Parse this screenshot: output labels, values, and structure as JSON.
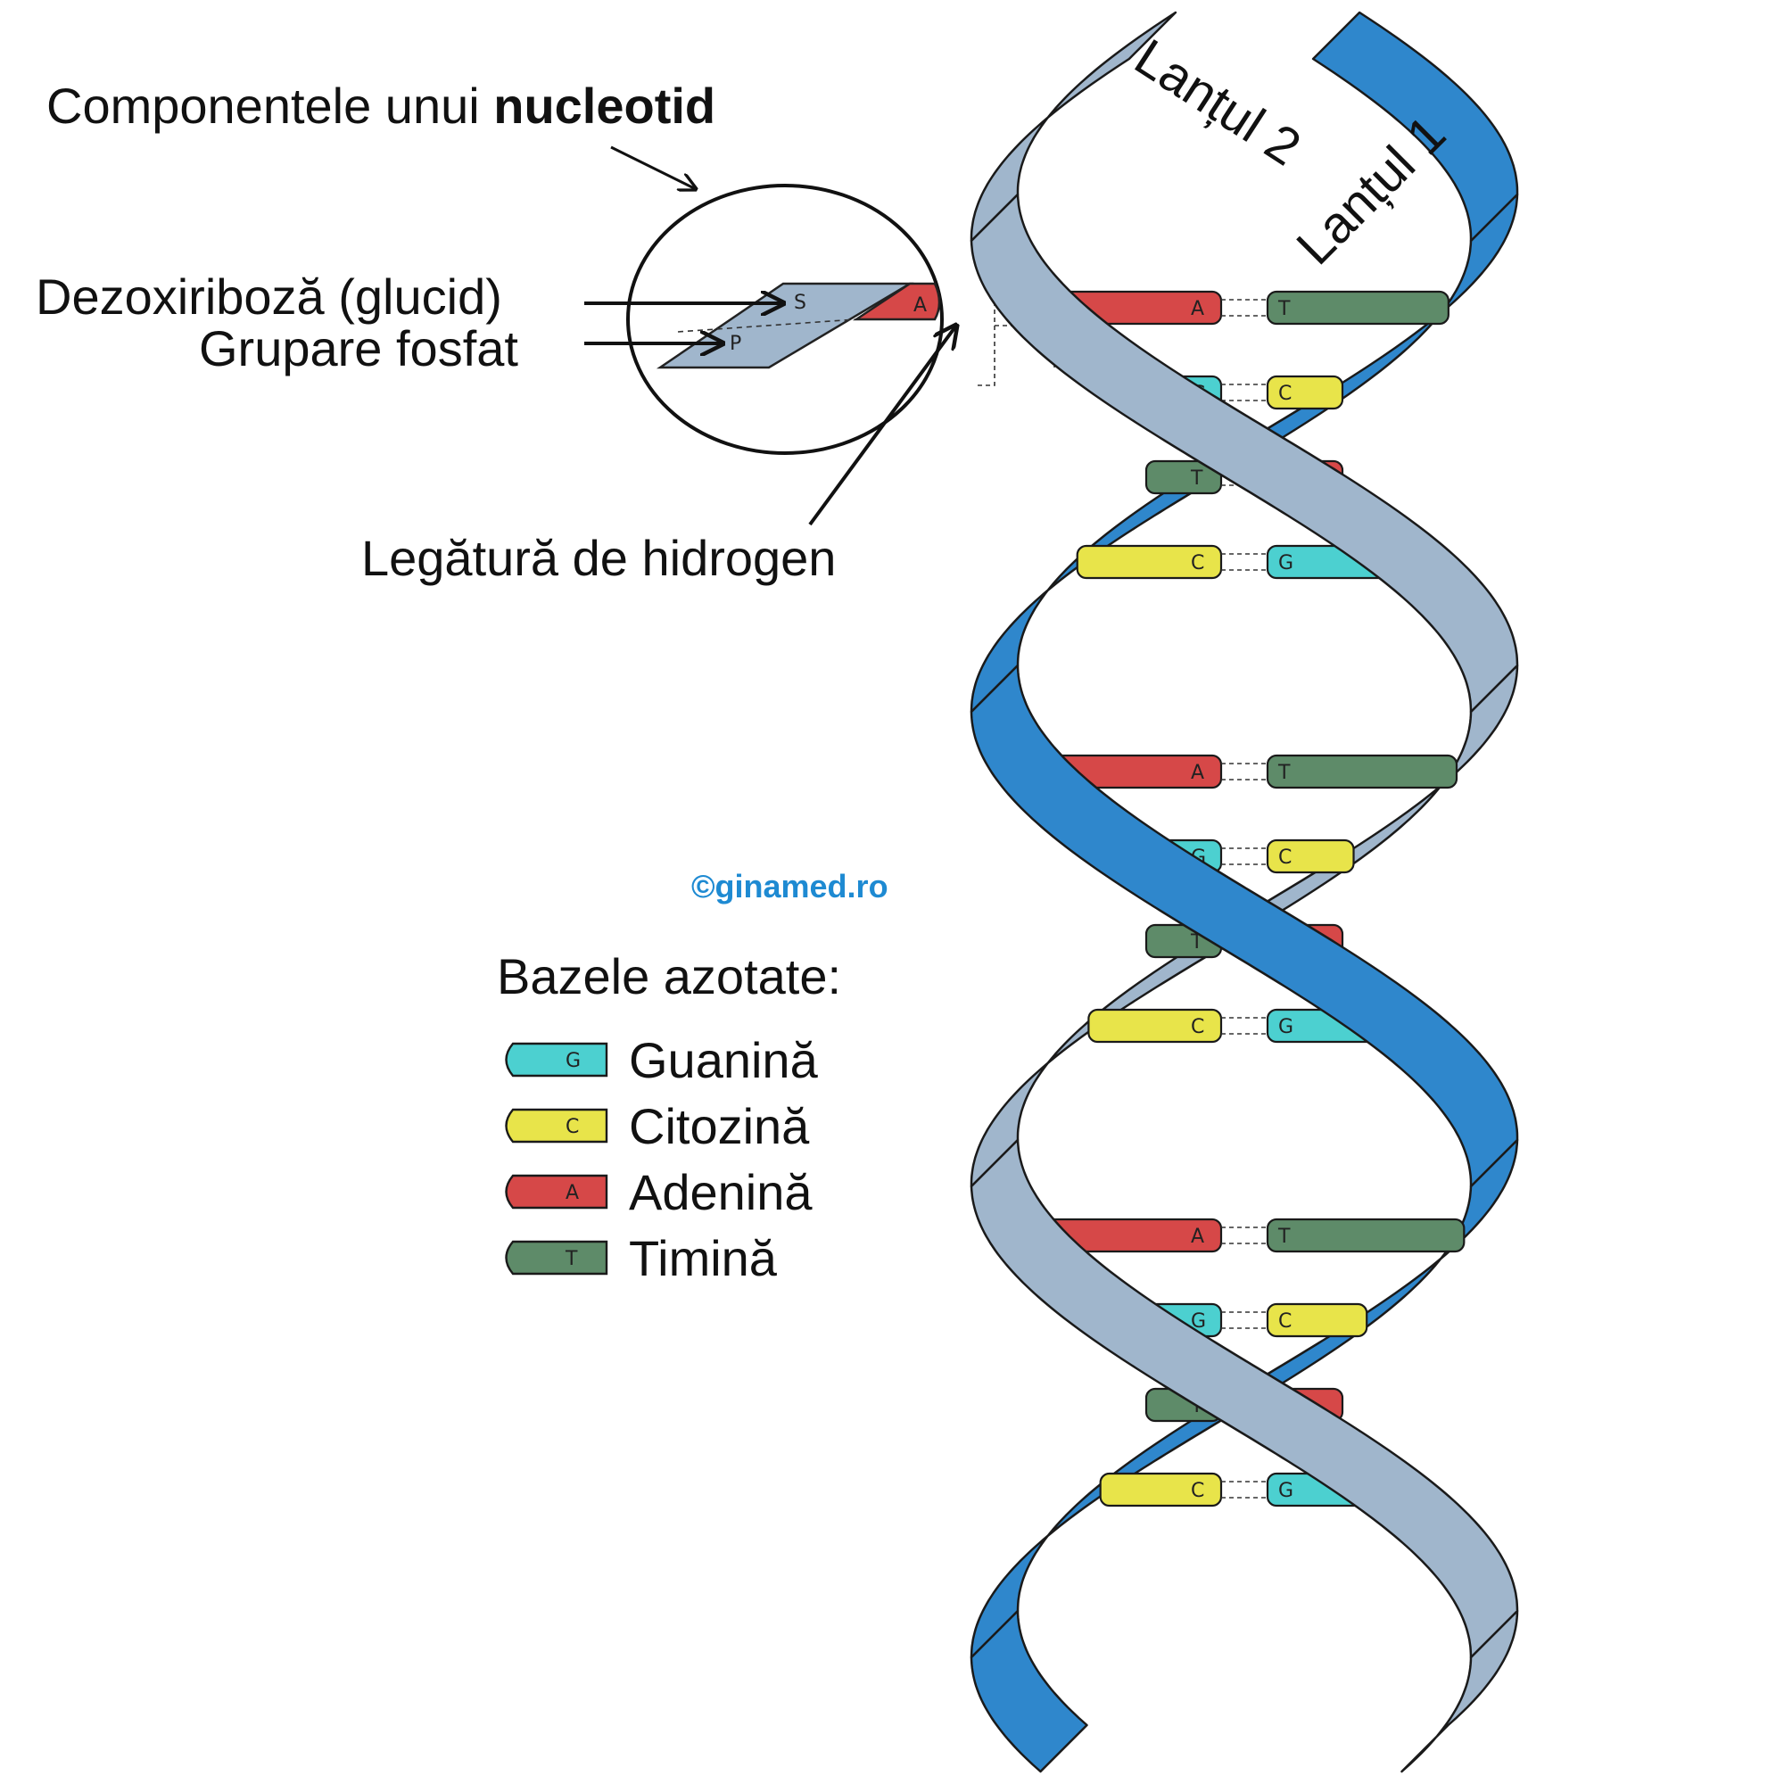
{
  "title": {
    "prefix": "Componentele unui ",
    "bold": "nucleotid"
  },
  "labels": {
    "sugar": "Dezoxiriboză (glucid)",
    "phosphate": "Grupare fosfat",
    "hbond": "Legătură de hidrogen"
  },
  "strands": {
    "strand1": "Lanțul 1",
    "strand2": "Lanțul 2"
  },
  "copyright": "©ginamed.ro",
  "legend": {
    "title": "Bazele azotate:",
    "items": [
      {
        "letter": "G",
        "name": "Guanină"
      },
      {
        "letter": "C",
        "name": "Citozină"
      },
      {
        "letter": "A",
        "name": "Adenină"
      },
      {
        "letter": "T",
        "name": "Timină"
      }
    ]
  },
  "markers": {
    "sugar": "S",
    "phosphate": "P"
  },
  "colors": {
    "G": "#4cd0d0",
    "C": "#e8e44a",
    "A": "#d64848",
    "T": "#5e8b69",
    "strand1": "#a0b6cc",
    "strand2": "#2f87cc",
    "copyright": "#1e8ad2"
  },
  "base_pairs": [
    [
      "A",
      "T"
    ],
    [
      "G",
      "C"
    ],
    [
      "T",
      "A"
    ],
    [
      "C",
      "G"
    ],
    [
      "A",
      "T"
    ],
    [
      "G",
      "C"
    ],
    [
      "T",
      "A"
    ],
    [
      "C",
      "G"
    ],
    [
      "A",
      "T"
    ],
    [
      "G",
      "C"
    ],
    [
      "T",
      "A"
    ],
    [
      "C",
      "G"
    ]
  ]
}
